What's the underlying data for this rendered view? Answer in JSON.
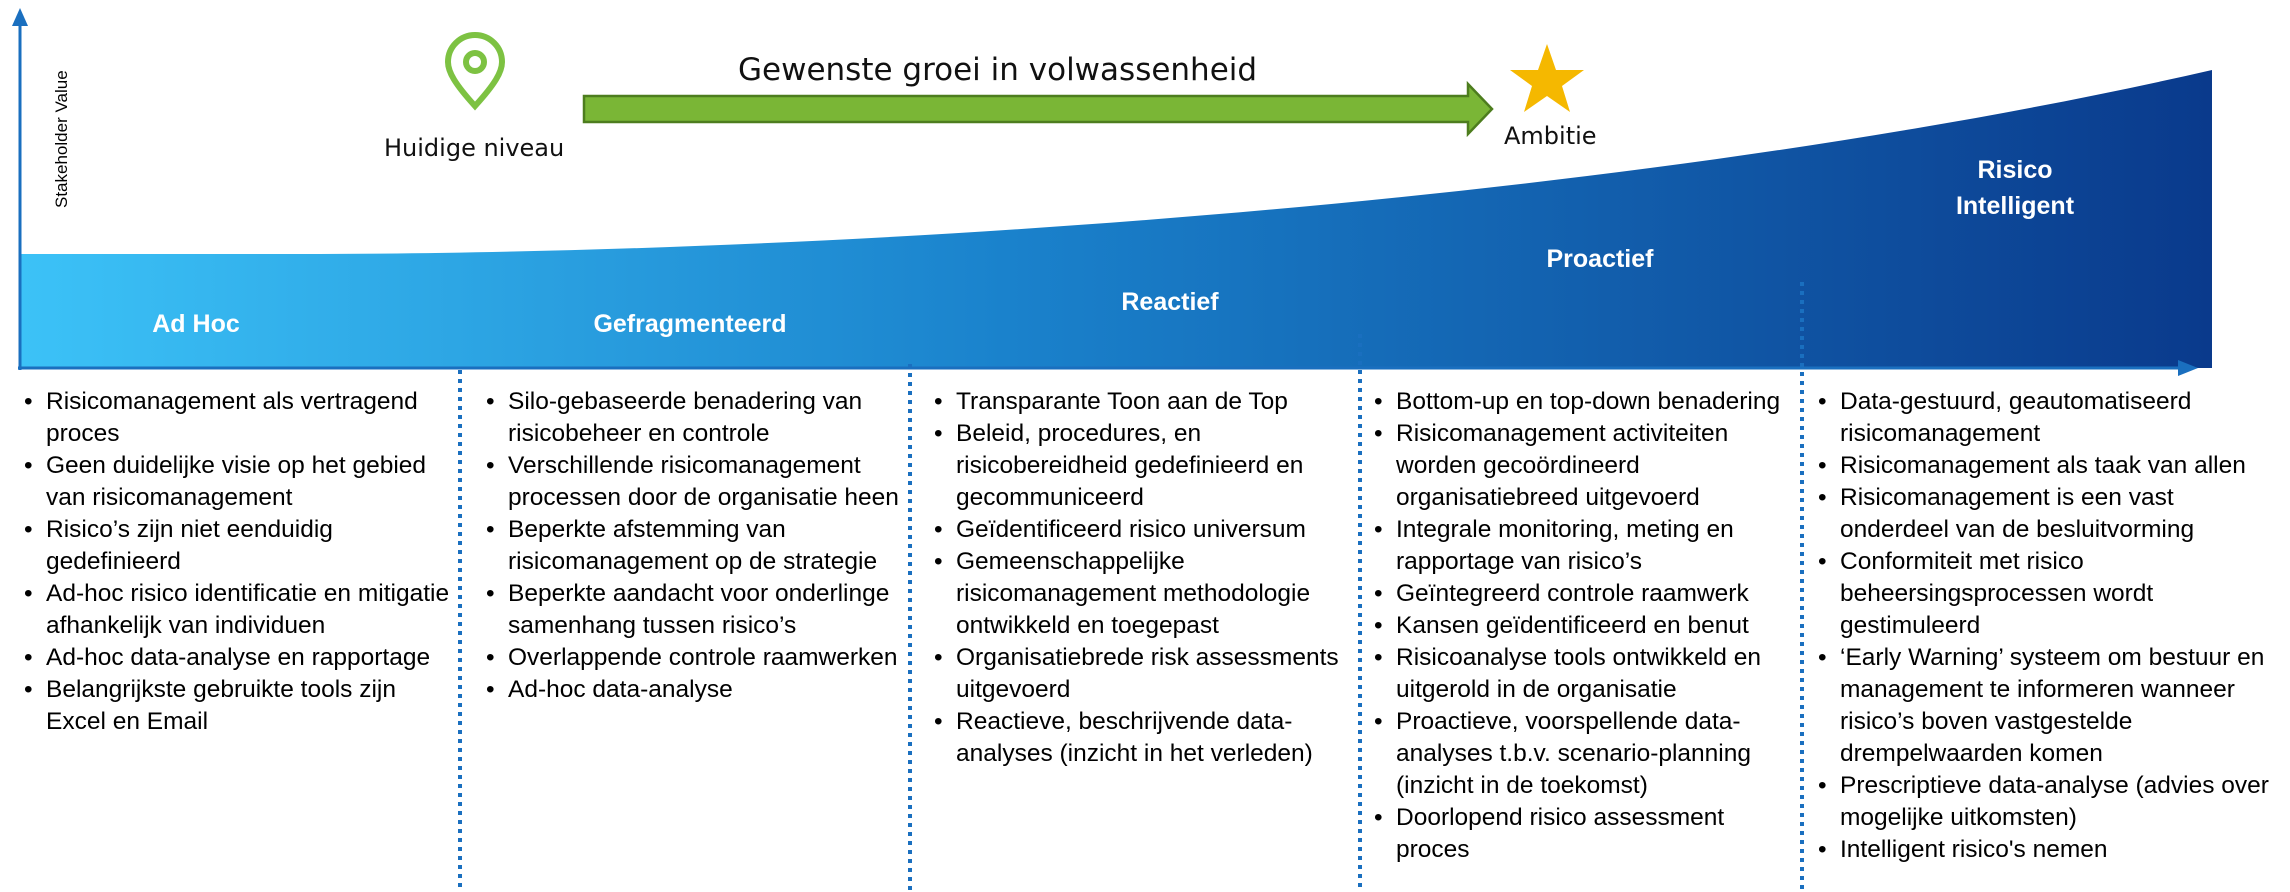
{
  "axis": {
    "y_label": "Stakeholder Value"
  },
  "header": {
    "current_label": "Huidige niveau",
    "growth_label": "Gewenste groei in volwassenheid",
    "ambition_label": "Ambitie"
  },
  "colors": {
    "curve_start": "#3cc2f7",
    "curve_mid": "#1a82cc",
    "curve_end": "#0a3a8c",
    "axis": "#1a6fbf",
    "arrow_fill": "#7ab636",
    "arrow_stroke": "#4d7d1e",
    "pin": "#7dc242",
    "star": "#f5b800",
    "divider": "#1a6fbf"
  },
  "stages": [
    {
      "label": "Ad Hoc",
      "items": [
        "Risicomanagement als vertragend proces",
        "Geen duidelijke visie op het gebied van risicomanagement",
        "Risico’s zijn niet eenduidig gedefinieerd",
        "Ad-hoc risico identificatie en mitigatie afhankelijk van individuen",
        "Ad-hoc data-analyse en rapportage",
        "Belangrijkste gebruikte tools zijn Excel en Email"
      ]
    },
    {
      "label": "Gefragmenteerd",
      "items": [
        "Silo-gebaseerde benadering van risicobeheer en controle",
        "Verschillende risicomanagement processen door de organisatie heen",
        "Beperkte afstemming van risicomanagement op de strategie",
        "Beperkte aandacht voor onderlinge samenhang tussen risico’s",
        "Overlappende controle raamwerken",
        "Ad-hoc data-analyse"
      ]
    },
    {
      "label": "Reactief",
      "items": [
        "Transparante Toon aan de Top",
        "Beleid, procedures, en risicobereidheid gedefinieerd en gecommuniceerd",
        "Geïdentificeerd risico universum",
        "Gemeenschappelijke risicomanagement methodologie ontwikkeld en toegepast",
        "Organisatiebrede risk assessments uitgevoerd",
        "Reactieve, beschrijvende data-analyses (inzicht in het verleden)"
      ]
    },
    {
      "label": "Proactief",
      "items": [
        "Bottom-up en top-down benadering",
        "Risicomanagement activiteiten worden gecoördineerd organisatiebreed uitgevoerd",
        "Integrale monitoring, meting en rapportage van risico’s",
        "Geïntegreerd controle raamwerk",
        "Kansen geïdentificeerd en benut",
        "Risicoanalyse tools ontwikkeld en uitgerold in de organisatie",
        "Proactieve, voorspellende data-analyses t.b.v. scenario-planning (inzicht in de toekomst)",
        "Doorlopend risico assessment proces"
      ]
    },
    {
      "label": "Risico Intelligent",
      "items": [
        "Data-gestuurd, geautomatiseerd risicomanagement",
        "Risicomanagement als taak van allen",
        "Risicomanagement is een vast onderdeel van de besluitvorming",
        "Conformiteit met risico beheersingsprocessen wordt gestimuleerd",
        "‘Early Warning’ systeem om bestuur en management te informeren wanneer risico’s boven vastgestelde drempelwaarden komen",
        "Prescriptieve data-analyse (advies over mogelijke uitkomsten)",
        "Intelligent risico's nemen"
      ]
    }
  ]
}
